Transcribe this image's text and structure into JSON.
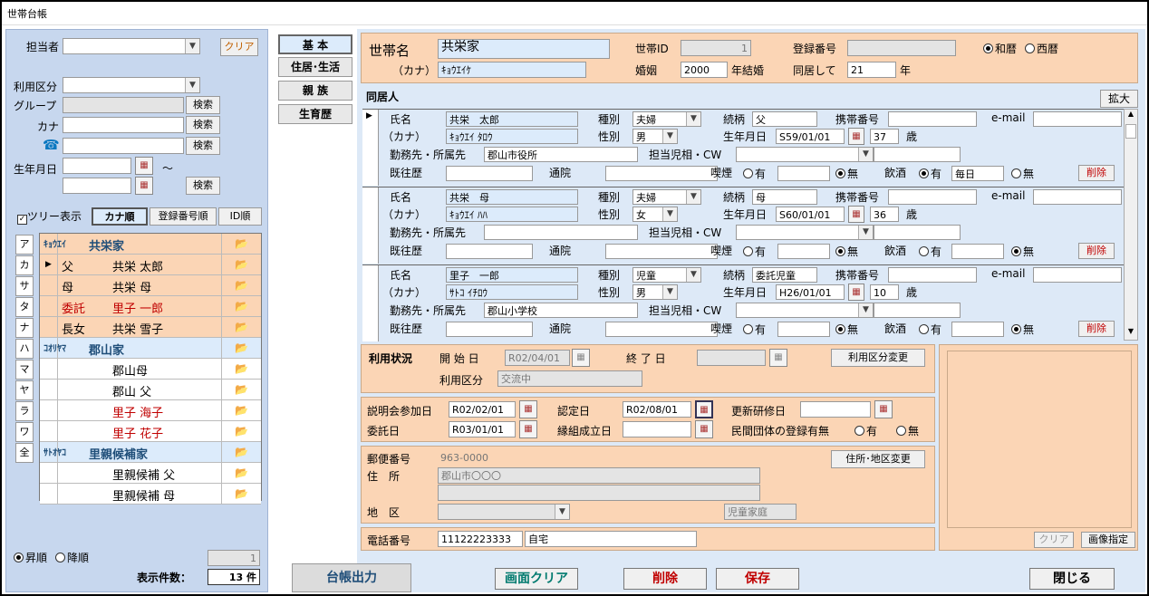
{
  "window": {
    "title": "世帯台帳"
  },
  "filter": {
    "tantousha": "担当者",
    "clear": "クリア",
    "riyou_kubun": "利用区分",
    "group": "グループ",
    "kana": "カナ",
    "tel_icon": "☎",
    "birthday": "生年月日",
    "tilde": "〜",
    "search": "検索"
  },
  "tree_options": {
    "tree_display": "ツリー表示",
    "sort_kana": "カナ順",
    "sort_reg": "登録番号順",
    "sort_id": "ID順"
  },
  "kana_index": [
    "ア",
    "カ",
    "サ",
    "タ",
    "ナ",
    "ハ",
    "マ",
    "ヤ",
    "ラ",
    "ワ",
    "全"
  ],
  "tree_rows": [
    {
      "c2": "ｷｮｳｴｲ",
      "c3": "共栄家",
      "type": "head_orange"
    },
    {
      "c2": "父",
      "c3": "共栄 太郎",
      "type": "orange",
      "marker": "▶"
    },
    {
      "c2": "母",
      "c3": "共栄 母",
      "type": "orange"
    },
    {
      "c2": "委託",
      "c3": "里子 一郎",
      "type": "orange_red"
    },
    {
      "c2": "長女",
      "c3": "共栄 雪子",
      "type": "orange"
    },
    {
      "c2": "ｺｵﾘﾔﾏ",
      "c3": "郡山家",
      "type": "head_blue"
    },
    {
      "c2": "",
      "c3": "郡山母",
      "type": "white"
    },
    {
      "c2": "",
      "c3": "郡山 父",
      "type": "white"
    },
    {
      "c2": "",
      "c3": "里子 海子",
      "type": "white_red"
    },
    {
      "c2": "",
      "c3": "里子 花子",
      "type": "white_red"
    },
    {
      "c2": "ｻﾄｵﾔｺ",
      "c3": "里親候補家",
      "type": "head_blue"
    },
    {
      "c2": "",
      "c3": "里親候補 父",
      "type": "white"
    },
    {
      "c2": "",
      "c3": "里親候補 母",
      "type": "white"
    }
  ],
  "list_footer": {
    "asc": "昇順",
    "desc": "降順",
    "page": "1",
    "count_label": "表示件数：",
    "count_value": "13 件"
  },
  "tabs": [
    "基 本",
    "住居･生活",
    "親 族",
    "生育歴"
  ],
  "household": {
    "name_label": "世帯名",
    "name": "共栄家",
    "kana_label": "（カナ）",
    "kana": "ｷｮｳｴｲｹ",
    "id_label": "世帯ID",
    "id": "1",
    "marriage_label": "婚姻",
    "marriage_year": "2000",
    "marriage_suffix": "年結婚",
    "reg_label": "登録番号",
    "together_label": "同居して",
    "together_years": "21",
    "year_suffix": "年",
    "wareki": "和暦",
    "seireki": "西暦"
  },
  "cohab": {
    "title": "同居人",
    "expand": "拡大"
  },
  "labels": {
    "name": "氏名",
    "kana": "（カナ）",
    "work": "勤務先・所属先",
    "history": "既往歴",
    "type": "種別",
    "sex": "性別",
    "staff": "担当児相・CW",
    "hospital": "通院",
    "relation": "続柄",
    "birth": "生年月日",
    "mobile": "携帯番号",
    "email": "e-mail",
    "age": "歳",
    "smoke": "喫煙",
    "drink": "飲酒",
    "yes": "有",
    "no": "無",
    "delete": "削除"
  },
  "members": [
    {
      "name": "共栄　太郎",
      "kana": "ｷｮｳｴｲ ﾀﾛｳ",
      "work": "郡山市役所",
      "type": "夫婦",
      "sex": "男",
      "relation": "父",
      "birth": "S59/01/01",
      "age": "37",
      "drink_note": "毎日",
      "smoke": "no",
      "drink": "yes"
    },
    {
      "name": "共栄　母",
      "kana": "ｷｮｳｴｲ ﾊﾊ",
      "work": "",
      "type": "夫婦",
      "sex": "女",
      "relation": "母",
      "birth": "S60/01/01",
      "age": "36",
      "drink_note": "",
      "smoke": "no",
      "drink": "no"
    },
    {
      "name": "里子　一郎",
      "kana": "ｻﾄｺ ｲﾁﾛｳ",
      "work": "郡山小学校",
      "type": "児童",
      "sex": "男",
      "relation": "委託児童",
      "birth": "H26/01/01",
      "age": "10",
      "drink_note": "",
      "smoke": "no",
      "drink": "no"
    }
  ],
  "usage": {
    "title": "利用状況",
    "start_label": "開 始 日",
    "start": "R02/04/01",
    "end_label": "終 了 日",
    "change": "利用区分変更",
    "kubun_label": "利用区分",
    "kubun": "交流中"
  },
  "dates": {
    "briefing_label": "説明会参加日",
    "briefing": "R02/02/01",
    "approve_label": "認定日",
    "approve": "R02/08/01",
    "renew_label": "更新研修日",
    "entrust_label": "委託日",
    "entrust": "R03/01/01",
    "adopt_label": "縁組成立日",
    "private_label": "民間団体の登録有無",
    "yes": "有",
    "no": "無"
  },
  "address": {
    "zip_label": "郵便番号",
    "zip": "963-0000",
    "addr_label": "住　所",
    "addr": "郡山市〇〇〇",
    "addr_change": "住所･地区変更",
    "district_label": "地　区",
    "child_home": "児童家庭"
  },
  "phone": {
    "label": "電話番号",
    "number": "11122223333",
    "note": "自宅"
  },
  "photo": {
    "clear": "クリア",
    "select": "画像指定"
  },
  "bottom": {
    "print": "台帳出力",
    "clear": "画面クリア",
    "delete": "削除",
    "save": "保存",
    "close": "閉じる"
  },
  "colors": {
    "orange": "#fbd5b5",
    "blue": "#dcebfb",
    "red": "#c00000",
    "teal": "#007a6e"
  }
}
